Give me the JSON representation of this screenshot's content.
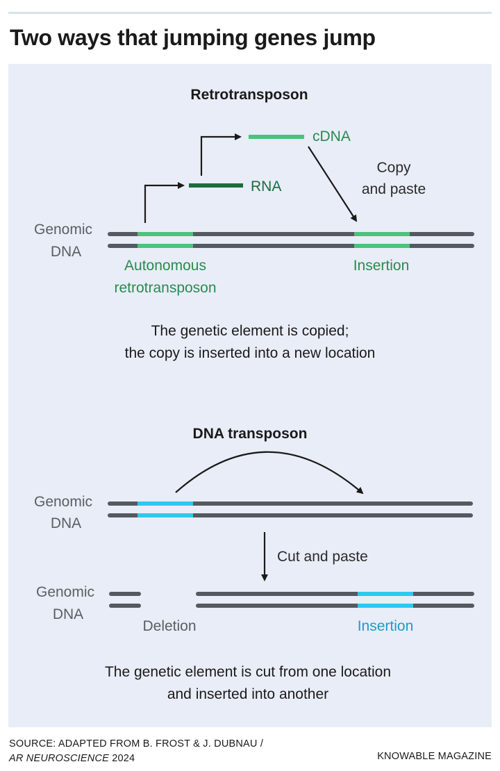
{
  "header": {
    "title": "Two ways that jumping genes jump"
  },
  "retro": {
    "title": "Retrotransposon",
    "genomic_label_1": "Genomic",
    "genomic_label_2": "DNA",
    "cdna_label": "cDNA",
    "rna_label": "RNA",
    "copy_label_1": "Copy",
    "copy_label_2": "and paste",
    "source_label_1": "Autonomous",
    "source_label_2": "retrotransposon",
    "insertion_label": "Insertion",
    "caption_1": "The genetic element is copied;",
    "caption_2": "the copy is inserted into a new location"
  },
  "dna": {
    "title": "DNA transposon",
    "genomic_label_1": "Genomic",
    "genomic_label_2": "DNA",
    "cut_label": "Cut and paste",
    "genomic_after_1": "Genomic",
    "genomic_after_2": "DNA",
    "deletion_label": "Deletion",
    "insertion_label": "Insertion",
    "caption_1": "The genetic element is cut from one location",
    "caption_2": "and inserted into another"
  },
  "footer": {
    "source_prefix": "SOURCE: ADAPTED FROM B. FROST & J. DUBNAU /",
    "source_journal": "AR NEUROSCIENCE",
    "source_year": " 2024",
    "brand": "KNOWABLE MAGAZINE"
  },
  "colors": {
    "panel": "#e8edf7",
    "dna_strand": "#555a60",
    "retro_green": "#4cc27a",
    "rna_darkgreen": "#1e6b3f",
    "transposon_blue": "#2ec8ef",
    "arrow": "#1a1a1a"
  }
}
